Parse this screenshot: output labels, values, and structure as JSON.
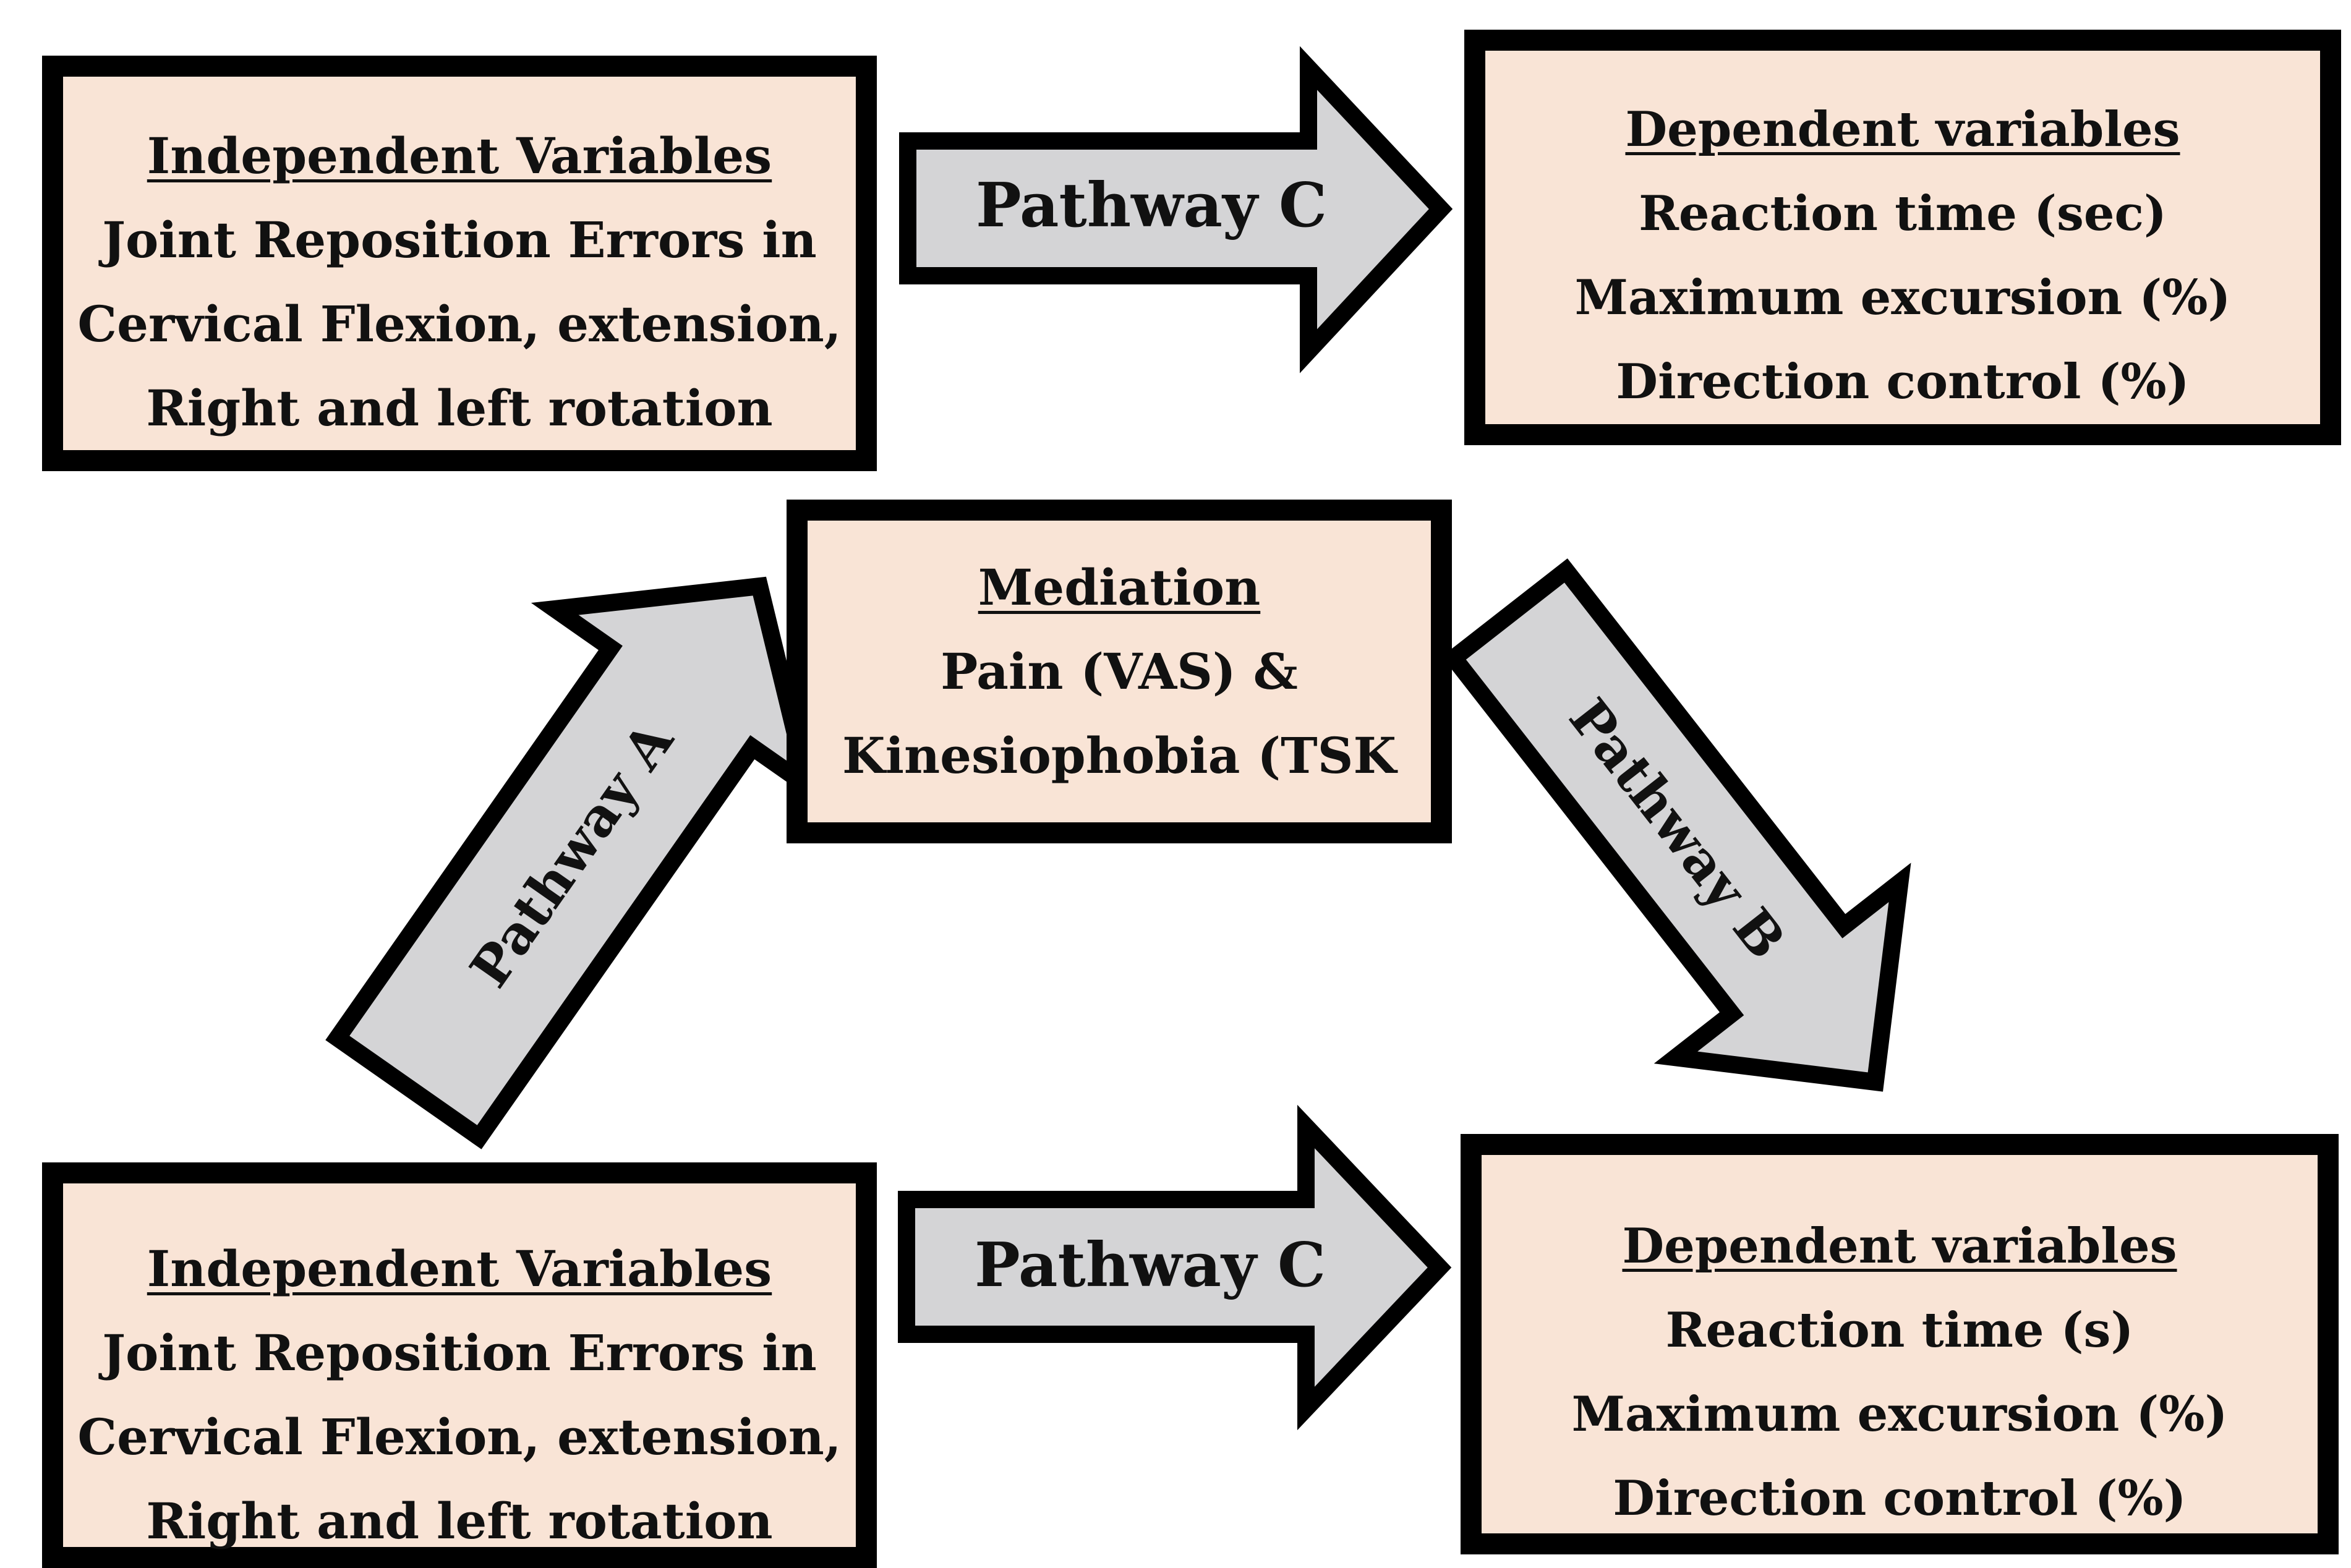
{
  "top_row": {
    "independent": {
      "heading": "Independent Variables",
      "lines": [
        "Joint Reposition Errors in",
        "Cervical Flexion, extension,",
        "Right and left rotation"
      ]
    },
    "pathway_label": "Pathway C",
    "dependent": {
      "heading": "Dependent variables",
      "lines": [
        "Reaction time (sec)",
        "Maximum excursion (%)",
        "Direction control (%)"
      ]
    }
  },
  "mediation": {
    "heading": "Mediation",
    "lines": [
      "Pain (VAS) &",
      "Kinesiophobia (TSK"
    ]
  },
  "pathway_a_label": "Pathway A",
  "pathway_b_label": "Pathway B",
  "bottom_row": {
    "independent": {
      "heading": "Independent Variables",
      "lines": [
        "Joint Reposition Errors in",
        "Cervical Flexion, extension,",
        "Right and left rotation"
      ]
    },
    "pathway_label": "Pathway C",
    "dependent": {
      "heading": "Dependent variables",
      "lines": [
        "Reaction time (s)",
        "Maximum excursion (%)",
        "Direction control (%)"
      ]
    }
  },
  "colors": {
    "box_fill": "#f9e4d6",
    "arrow_fill": "#d4d4d6",
    "border": "#000000"
  }
}
